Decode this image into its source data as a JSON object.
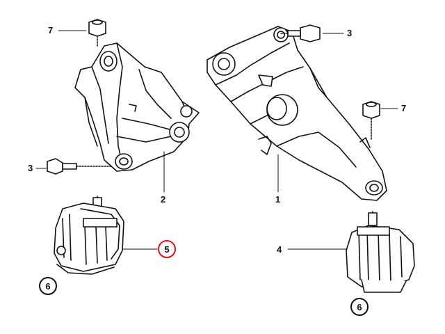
{
  "diagram": {
    "callouts": {
      "c1": "1",
      "c2": "2",
      "c3_left": "3",
      "c3_right": "3",
      "c4": "4",
      "c5": "5",
      "c6_left": "6",
      "c6_right": "6",
      "c7_left": "7",
      "c7_right": "7"
    },
    "highlight_color": "#d8131b"
  }
}
